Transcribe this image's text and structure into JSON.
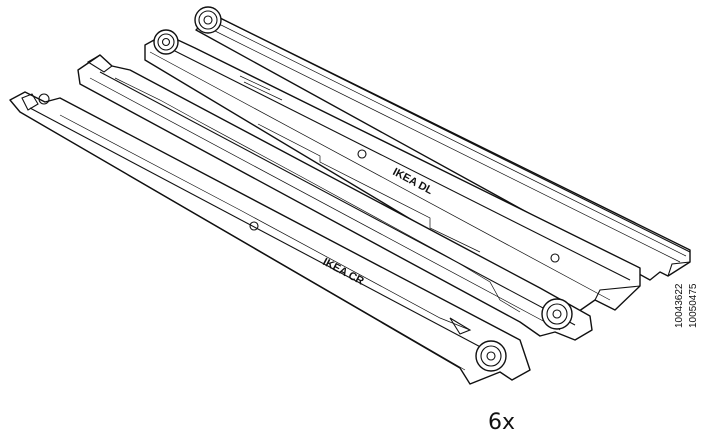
{
  "illustration": {
    "rail_right_label": "IKEA DL",
    "rail_left_label": "IKEA CR",
    "quantity": "6x",
    "article_numbers": [
      "10043622",
      "10050475"
    ]
  }
}
